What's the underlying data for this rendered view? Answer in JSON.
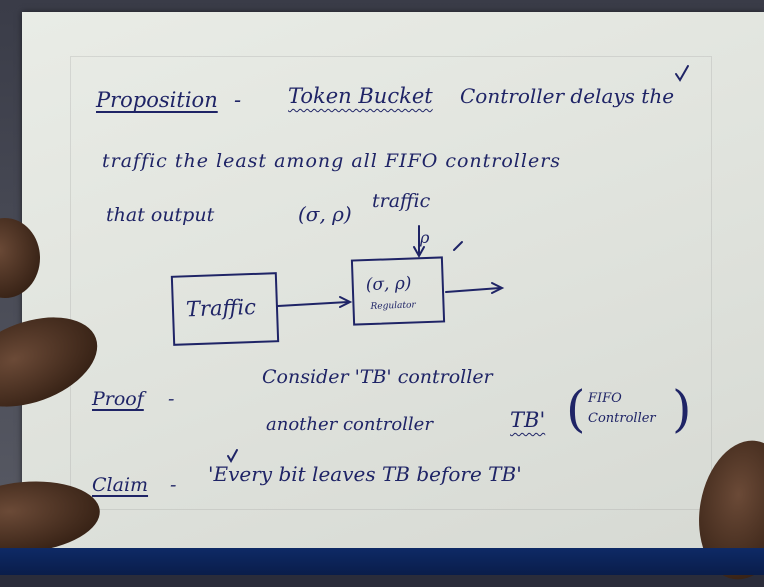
{
  "notes": {
    "proposition": {
      "label": "Proposition",
      "dash": "-",
      "token_bucket": "Token Bucket",
      "line1_rest": "Controller delays the",
      "line2": "traffic the least among all FIFO controllers",
      "line3_a": "that output",
      "line3_sigma_rho": "(σ, ρ)",
      "line3_b": "traffic"
    },
    "diagram": {
      "input_label": "ρ",
      "traffic_box": "Traffic",
      "regulator_top": "(σ, ρ)",
      "regulator_bottom": "Regulator"
    },
    "proof": {
      "label": "Proof",
      "dash": "-",
      "line1": "Consider 'TB' controller",
      "line2_a": "another controller",
      "line2_tb": "TB'",
      "paren_line1": "FIFO",
      "paren_line2": "Controller"
    },
    "claim": {
      "label": "Claim",
      "dash": "-",
      "text": "'Every bit leaves TB before TB'"
    },
    "ink_color": "#1f2466"
  }
}
